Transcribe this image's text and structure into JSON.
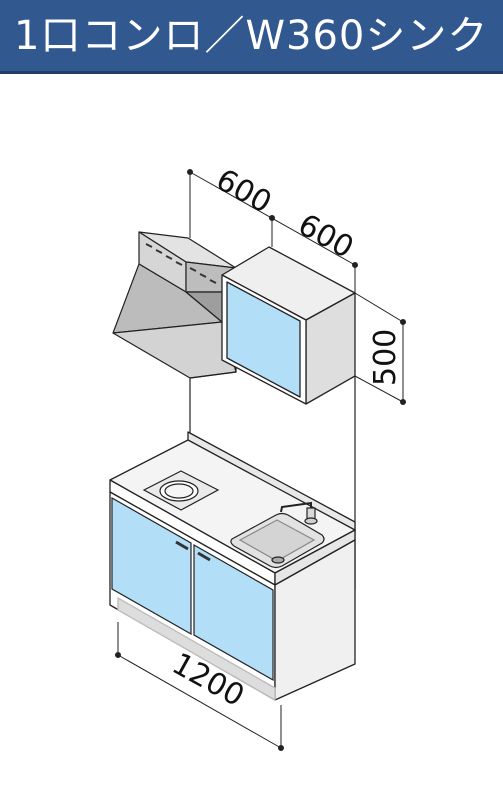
{
  "header": {
    "title": "1口コンロ／W360シンク"
  },
  "dimensions": {
    "hood_width": "600",
    "cabinet_width": "600",
    "cabinet_height": "500",
    "total_width": "1200"
  },
  "colors": {
    "header_bg": "#31588f",
    "door_blue": "#b3def7",
    "body_gray": "#f2f2f2",
    "hood_gray": "#c8c8c8"
  }
}
